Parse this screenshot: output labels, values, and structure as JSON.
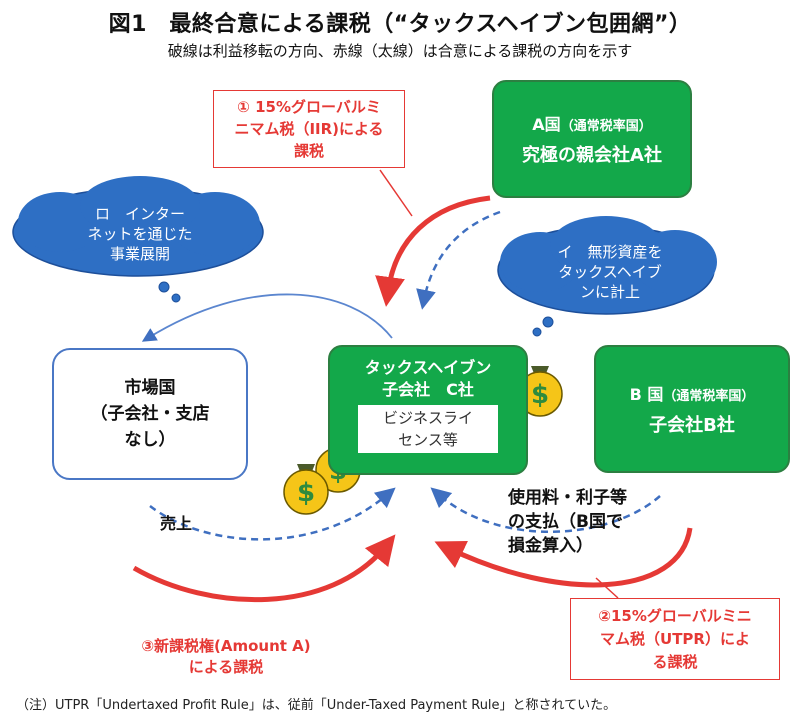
{
  "title": "図1　最終合意による課税（“タックスヘイブン包囲網”）",
  "subtitle": "破線は利益移転の方向、赤線（太線）は合意による課税の方向を示す",
  "country_a": {
    "line1": "A国",
    "line1_sub": "（通常税率国）",
    "line2": "究極の親会社A社"
  },
  "country_b": {
    "line1": "B 国",
    "line1_sub": "（通常税率国）",
    "line2": "子会社B社"
  },
  "market": {
    "line1": "市場国",
    "line2": "（子会社・支店",
    "line3": "なし）"
  },
  "tax_haven": {
    "line1": "タックスヘイブン",
    "line2": "子会社　C社",
    "inner1": "ビジネスライ",
    "inner2": "センス等"
  },
  "cloud_ro": {
    "line1": "ロ　インター",
    "line2": "ネットを通じた",
    "line3": "事業展開"
  },
  "cloud_i": {
    "line1": "イ　無形資産を",
    "line2": "タックスヘイブ",
    "line3": "ンに計上"
  },
  "iir_box": {
    "line1": "① 15%グローバルミ",
    "line2": "ニマム税（IIR)による",
    "line3": "課税"
  },
  "utpr_box": {
    "line1": "②15%グローバルミニ",
    "line2": "マム税（UTPR）によ",
    "line3": "る課税"
  },
  "amount_a": {
    "line1": "③新課税権(Amount A)",
    "line2": "による課税"
  },
  "sales_label": "売上",
  "payment_label": {
    "line1": "使用料・利子等",
    "line2": "の支払（B国で",
    "line3": "損金算入）"
  },
  "footnote": "（注）UTPR「Undertaxed Profit Rule」は、従前「Under-Taxed Payment Rule」と称されていた。",
  "colors": {
    "green": "#13a84a",
    "red": "#e53935",
    "blue": "#4a77c5",
    "cloud": "#2e6fc4",
    "money": "#f5c518"
  },
  "icons": [
    "money-bag-icon",
    "money-bag-icon",
    "money-bag-icon"
  ]
}
